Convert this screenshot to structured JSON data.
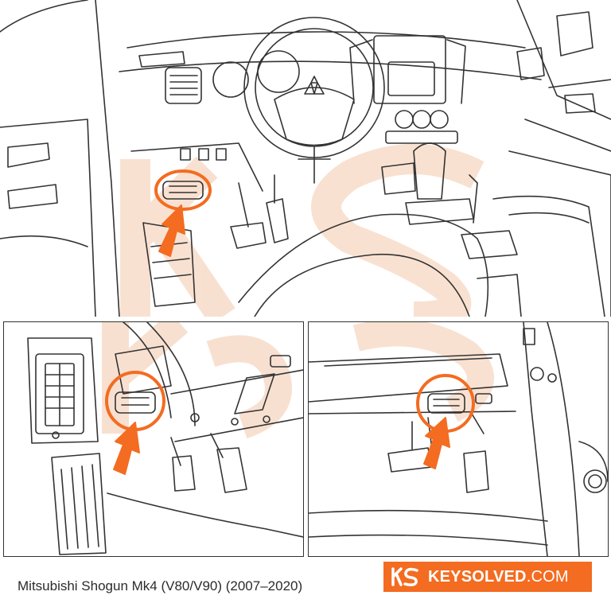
{
  "caption": "Mitsubishi Shogun Mk4 (V80/V90) (2007–2020)",
  "brand": {
    "name": "KEYSOLVED",
    "suffix": ".COM"
  },
  "colors": {
    "accent": "#f36c21",
    "line": "#333333",
    "watermark": "#f7d9c6"
  },
  "icons": {
    "arrow": "orange-arrow",
    "highlight": "orange-ring",
    "port": "obd-port"
  }
}
